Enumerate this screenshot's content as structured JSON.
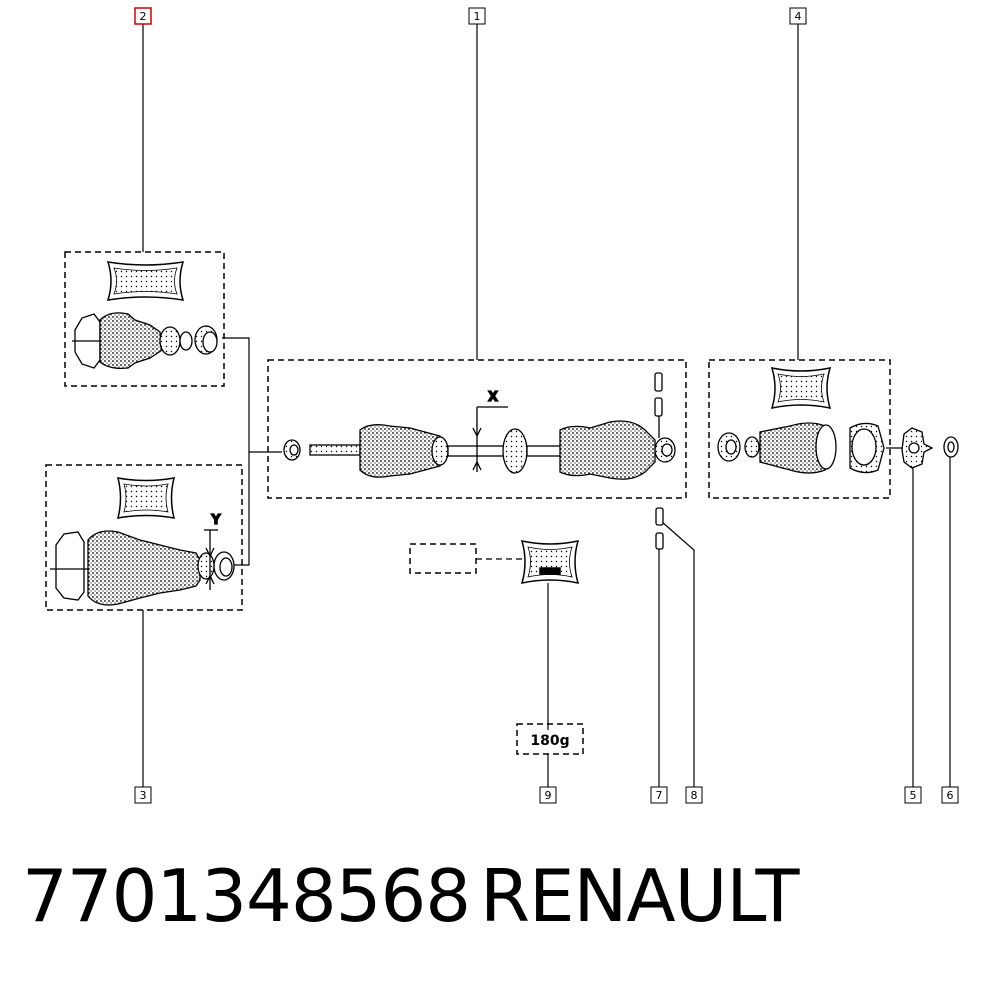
{
  "callouts": [
    "1",
    "2",
    "3",
    "4",
    "5",
    "6",
    "7",
    "8",
    "9"
  ],
  "dimension_labels": {
    "x": "X",
    "y": "Y"
  },
  "grease_weight": "180g",
  "footer": {
    "part_number": "7701348568",
    "brand": "RENAULT"
  },
  "colors": {
    "line": "#000000",
    "highlight": "#d00000",
    "background": "#ffffff"
  }
}
